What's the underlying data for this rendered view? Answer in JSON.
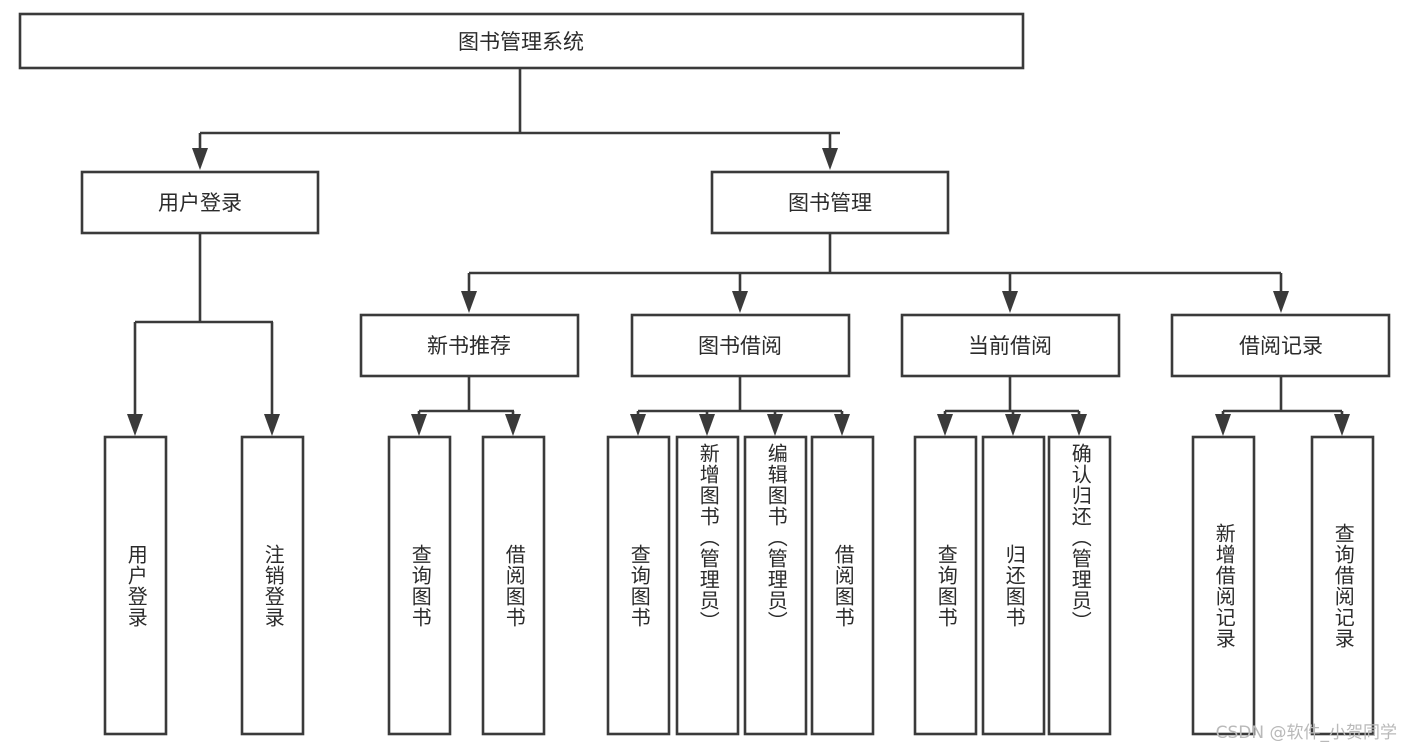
{
  "diagram": {
    "type": "tree-hierarchy",
    "title": "图书管理系统",
    "root": {
      "id": "root",
      "label": "图书管理系统"
    },
    "level2": [
      {
        "id": "user-login",
        "label": "用户登录"
      },
      {
        "id": "book-manage",
        "label": "图书管理"
      }
    ],
    "level3": [
      {
        "id": "new-book-recommend",
        "label": "新书推荐",
        "parent": "book-manage"
      },
      {
        "id": "book-borrow",
        "label": "图书借阅",
        "parent": "book-manage"
      },
      {
        "id": "current-borrow",
        "label": "当前借阅",
        "parent": "book-manage"
      },
      {
        "id": "borrow-record",
        "label": "借阅记录",
        "parent": "book-manage"
      }
    ],
    "leaves": [
      {
        "id": "leaf-user-login",
        "label": "用户登录",
        "parent": "user-login"
      },
      {
        "id": "leaf-user-logout",
        "label": "注销登录",
        "parent": "user-login"
      },
      {
        "id": "leaf-query-book-1",
        "label": "查询图书",
        "parent": "new-book-recommend"
      },
      {
        "id": "leaf-borrow-book-1",
        "label": "借阅图书",
        "parent": "new-book-recommend"
      },
      {
        "id": "leaf-query-book-2",
        "label": "查询图书",
        "parent": "book-borrow"
      },
      {
        "id": "leaf-add-book",
        "label": "新增图书（管理员）",
        "parent": "book-borrow"
      },
      {
        "id": "leaf-edit-book",
        "label": "编辑图书（管理员）",
        "parent": "book-borrow"
      },
      {
        "id": "leaf-borrow-book-2",
        "label": "借阅图书",
        "parent": "book-borrow"
      },
      {
        "id": "leaf-query-book-3",
        "label": "查询图书",
        "parent": "current-borrow"
      },
      {
        "id": "leaf-return-book",
        "label": "归还图书",
        "parent": "current-borrow"
      },
      {
        "id": "leaf-confirm-return",
        "label": "确认归还（管理员）",
        "parent": "current-borrow"
      },
      {
        "id": "leaf-add-record",
        "label": "新增借阅记录",
        "parent": "borrow-record"
      },
      {
        "id": "leaf-query-record",
        "label": "查询借阅记录",
        "parent": "borrow-record"
      }
    ],
    "colors": {
      "stroke": "#3a3a3a",
      "fill": "#ffffff",
      "text": "#2b2b2b",
      "watermark": "#b9b9b9",
      "background": "#ffffff"
    }
  },
  "watermark": {
    "text": "CSDN @软件_小贺同学"
  }
}
